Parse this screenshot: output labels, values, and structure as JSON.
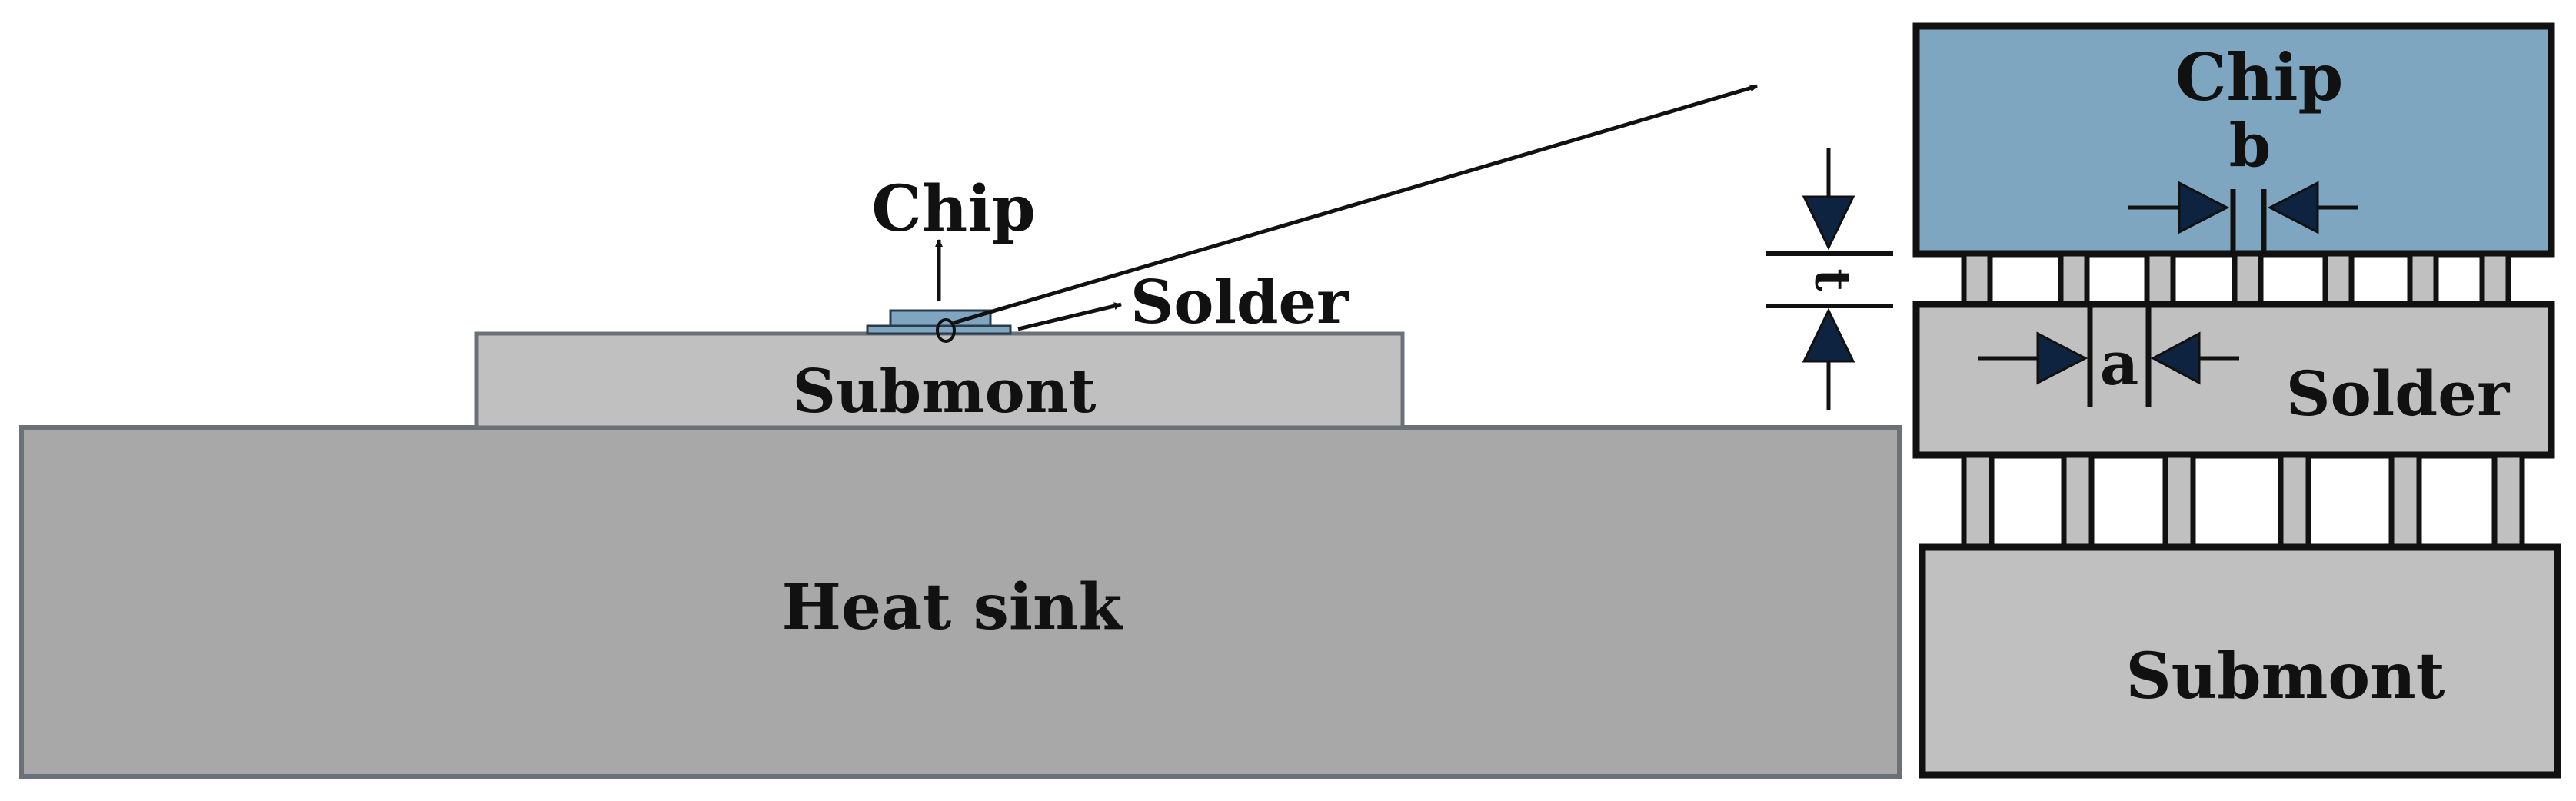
{
  "colors": {
    "chip": "#7fa6c0",
    "submount": "#c0c0c0",
    "heat_sink": "#a8a8a8",
    "outline_gray": "#6b7178",
    "outline_black": "#111111",
    "arrow_fill": "#0d2340"
  },
  "overview": {
    "chip_label": "Chip",
    "solder_label": "Solder",
    "submount_label": "Submont",
    "heat_sink_label": "Heat sink"
  },
  "detail": {
    "chip_label": "Chip",
    "solder_label": "Solder",
    "submount_label": "Submont",
    "dim_b_label": "b",
    "dim_a_label": "a",
    "dim_t_label": "t"
  }
}
